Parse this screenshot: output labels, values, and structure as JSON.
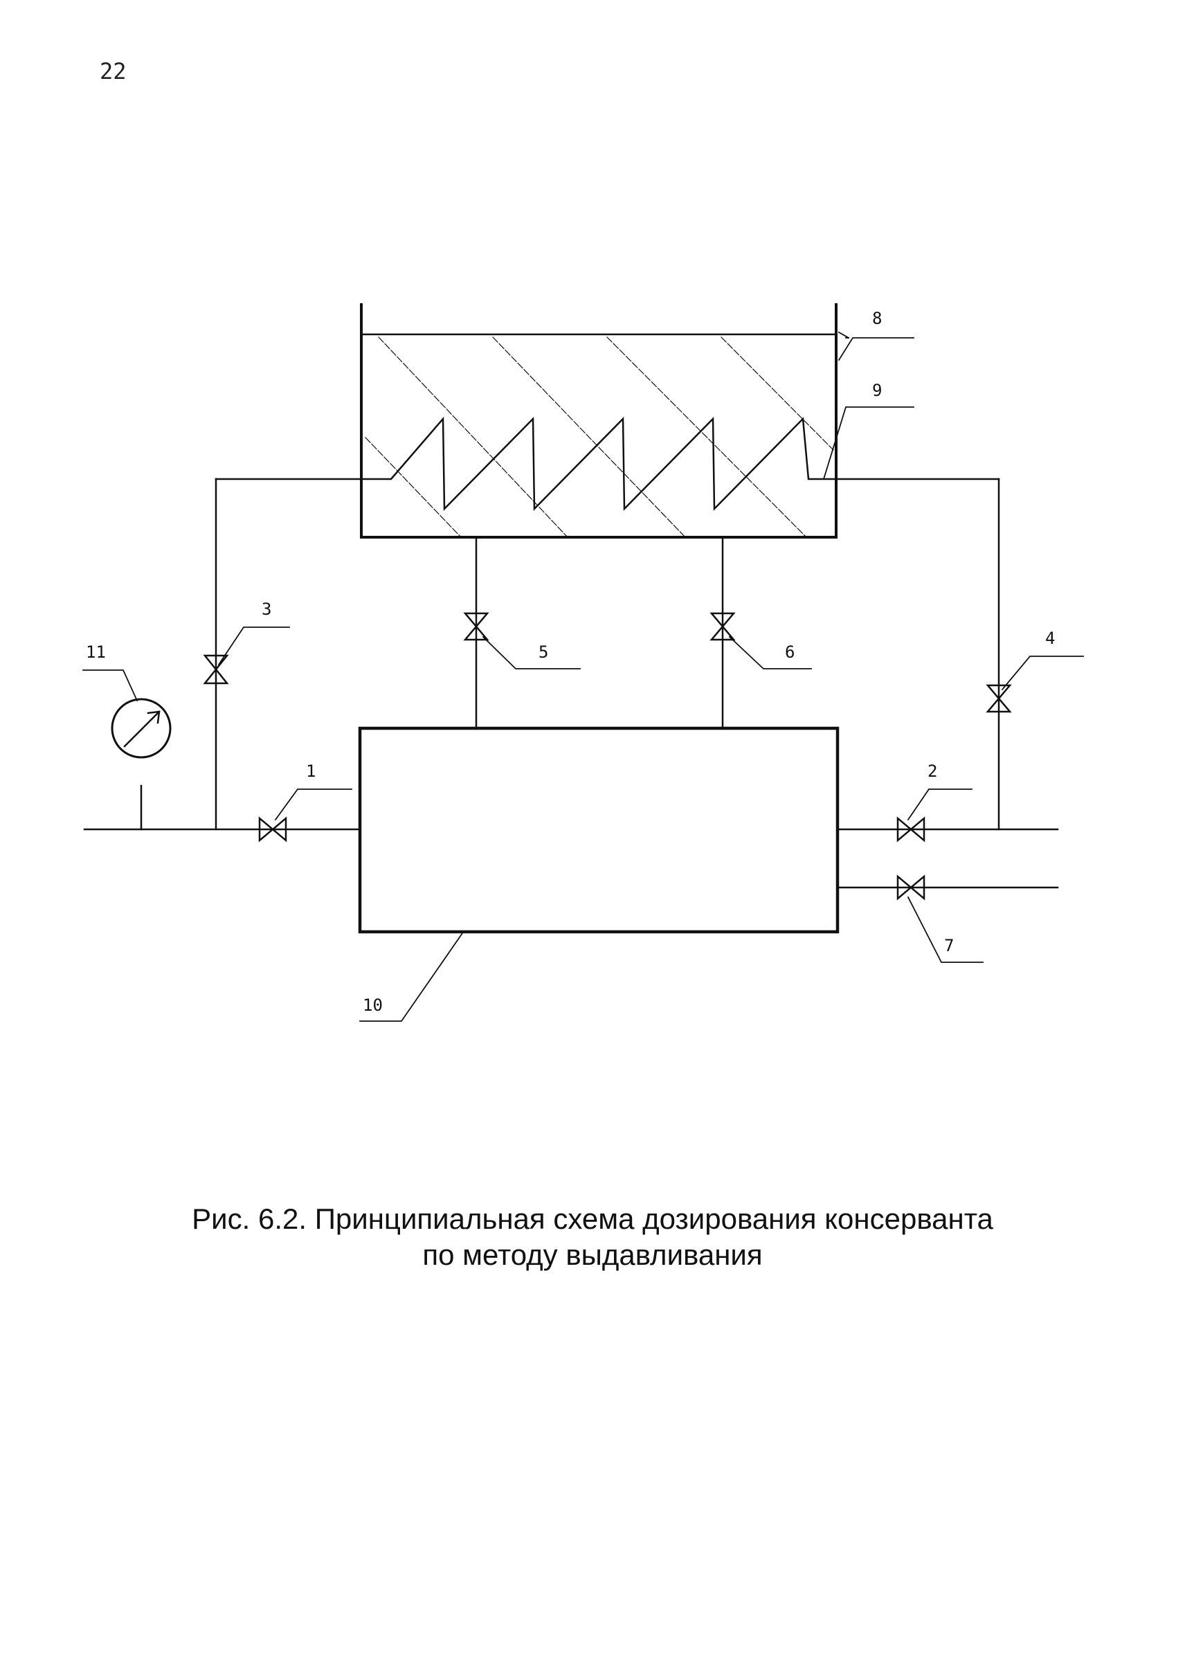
{
  "page_number": "22",
  "labels": {
    "v1": "1",
    "v2": "2",
    "v3": "3",
    "v4": "4",
    "v5": "5",
    "v6": "6",
    "v7": "7",
    "c8": "8",
    "c9": "9",
    "c10": "10",
    "c11": "11"
  },
  "caption": {
    "line1": "Рис. 6.2. Принципиальная схема дозирования консерванта",
    "line2": "по методу выдавливания"
  }
}
